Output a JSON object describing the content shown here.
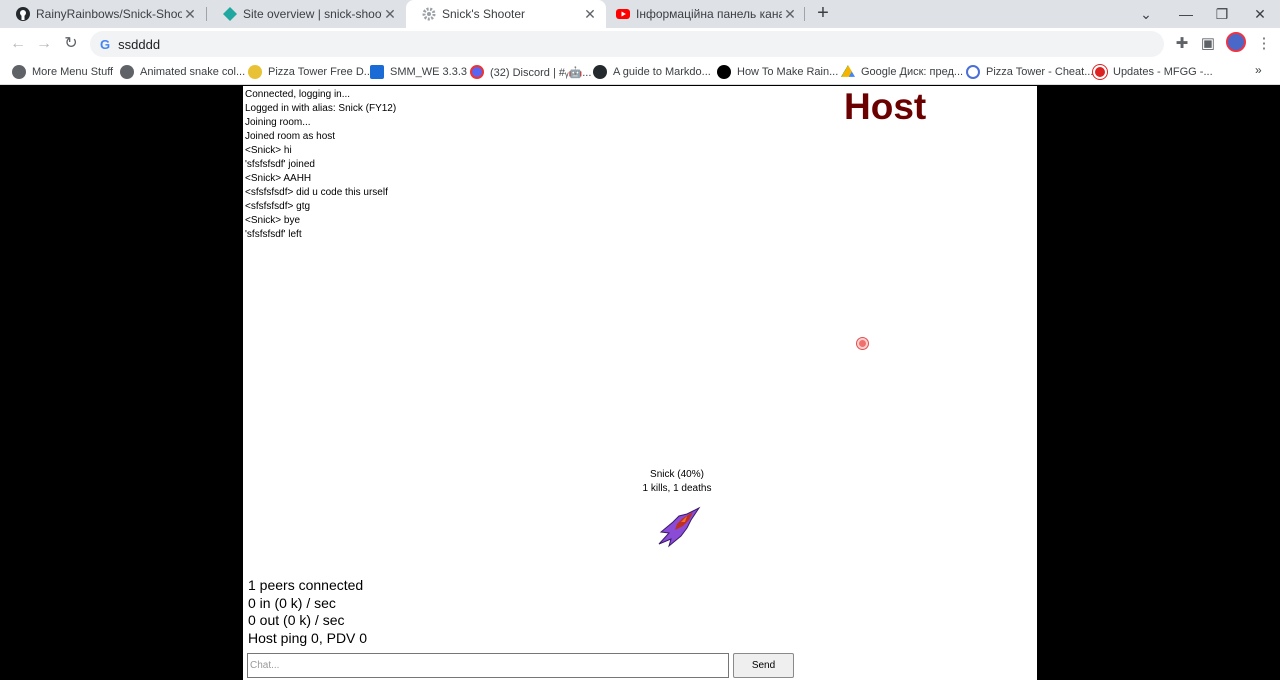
{
  "browser": {
    "tabs": [
      {
        "title": "RainyRainbows/Snick-Shooter",
        "favicon": "github-icon"
      },
      {
        "title": "Site overview | snick-shooter",
        "favicon": "netlify-icon"
      },
      {
        "title": "Snick's Shooter",
        "favicon": "gear-icon",
        "active": true
      },
      {
        "title": "Інформаційна панель каналу - Yo",
        "favicon": "youtube-icon"
      }
    ],
    "address": "ssdddd",
    "bookmarks": [
      "More Menu Stuff",
      "Animated snake col...",
      "Pizza Tower Free D...",
      "SMM_WE 3.3.3",
      "(32) Discord | #ᵧ🤖...",
      "A guide to Markdo...",
      "How To Make Rain...",
      "Google Диск: пред...",
      "Pizza Tower - Cheat...",
      "Updates - MFGG -..."
    ],
    "bookmarks_more": "»"
  },
  "game": {
    "log": [
      "Connected, logging in...",
      "Logged in with alias: Snick (FY12)",
      "Joining room...",
      "Joined room as host",
      "<Snick> hi",
      "'sfsfsfsdf' joined",
      "<Snick> AAHH",
      "<sfsfsfsdf> did u code this urself",
      "<sfsfsfsdf> gtg",
      "<Snick> bye",
      "'sfsfsfsdf' left"
    ],
    "role": "Host",
    "player": {
      "name_line": "Snick (40%)",
      "score_line": "1 kills, 1 deaths"
    },
    "stats": [
      "1 peers connected",
      "0 in (0 k) / sec",
      "0 out (0 k) / sec",
      "Host ping 0, PDV 0"
    ],
    "chat": {
      "placeholder": "Chat...",
      "send_label": "Send"
    }
  },
  "colors": {
    "role": "#6b0000",
    "ship": "#8a4bd6",
    "enemy": "#f07070"
  }
}
